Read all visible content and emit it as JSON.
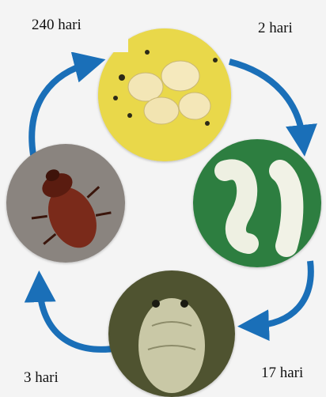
{
  "stages": [
    {
      "name": "eggs-stage",
      "duration": "2 hari",
      "color": "#e8d23a"
    },
    {
      "name": "larva-stage",
      "duration": "17 hari",
      "color": "#2a7a3c"
    },
    {
      "name": "pupa-stage",
      "duration": "3 hari",
      "color": "#5a5a32"
    },
    {
      "name": "adult-beetle-stage",
      "duration": "240 hari",
      "color": "#8c8580"
    }
  ],
  "arrow_color": "#1a6fb8"
}
